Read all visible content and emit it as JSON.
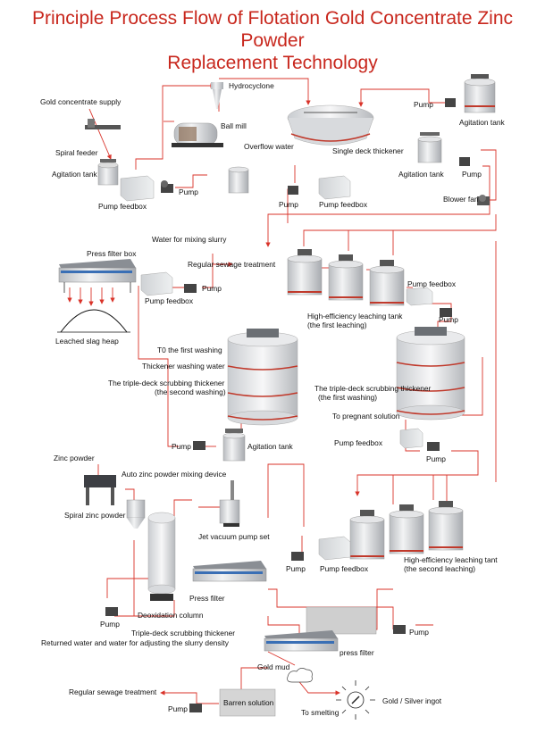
{
  "title_line1": "Principle Process Flow of Flotation Gold Concentrate Zinc Powder",
  "title_line2": "Replacement Technology",
  "labels": {
    "gold_supply": "Gold concentrate supply",
    "spiral_feeder": "Spiral feeder",
    "agitation_tank_1": "Agitation tank",
    "pump_feedbox_1": "Pump feedbox",
    "pump_1": "Pump",
    "hydrocyclone": "Hydrocyclone",
    "ball_mill": "Ball mill",
    "overflow_water": "Overflow water",
    "single_deck": "Single deck thickener",
    "pump_2": "Pump",
    "pump_feedbox_2": "Pump feedbox",
    "pump_top": "Pump",
    "agitation_tank_top": "Agitation tank",
    "agitation_tank_mid": "Agitation tank",
    "pump_mid": "Pump",
    "blower_fan": "Blower fan",
    "press_filter_box": "Press filter box",
    "water_mixing": "Water for mixing slurry",
    "regular_sewage_1": "Regular sewage treatment",
    "pump_3": "Pump",
    "pump_feedbox_3": "Pump feedbox",
    "leached_slag": "Leached slag heap",
    "pump_feedbox_4": "Pump feedbox",
    "pump_4": "Pump",
    "hel_tank_1a": "High-efficiency leaching tank",
    "hel_tank_1b": "(the first leaching)",
    "t0_first_washing": "T0 the first washing",
    "thickener_washing": "Thickener washing water",
    "triple_deck_2a": "The triple-deck scrubbing thickener",
    "triple_deck_2b": "(the second washing)",
    "triple_deck_1a": "The triple-deck scrubbing thickener",
    "triple_deck_1b": "(the first washing)",
    "to_pregnant": "To pregnant solution",
    "pump_feedbox_5": "Pump feedbox",
    "pump_5": "Pump",
    "pump_6": "Pump",
    "agitation_tank_2": "Agitation tank",
    "zinc_powder": "Zinc powder",
    "auto_zinc": "Auto zinc powder mixing device",
    "spiral_zinc": "Spiral zinc powder",
    "jet_vacuum": "Jet vacuum pump set",
    "pump_7": "Pump",
    "pump_feedbox_6": "Pump feedbox",
    "hel_tank_2a": "High-efficiency leaching tant",
    "hel_tank_2b": "(the second leaching)",
    "press_filter_1": "Press filter",
    "pump_8": "Pump",
    "deoxidation": "Deoxidation column",
    "pump_9": "Pump",
    "triple_deck_3": "Triple-deck scrubbing thickener",
    "returned_water": "Returned water and water for adjusting the slurry density",
    "press_filter_2": "press filter",
    "gold_mud": "Gold mud",
    "regular_sewage_2": "Regular sewage treatment",
    "pump_10": "Pump",
    "barren_solution": "Barren solution",
    "to_smelting": "To smelting",
    "gold_silver": "Gold / Silver ingot"
  },
  "colors": {
    "title": "#c8271d",
    "flow_line": "#d9332a",
    "tank_band": "#c0392b"
  },
  "icons": {
    "pump": "pump-icon",
    "tank": "tank-icon",
    "thickener": "thickener-icon",
    "feedbox": "feedbox-icon",
    "filter": "press-filter-icon",
    "ingot": "ingot-icon"
  }
}
